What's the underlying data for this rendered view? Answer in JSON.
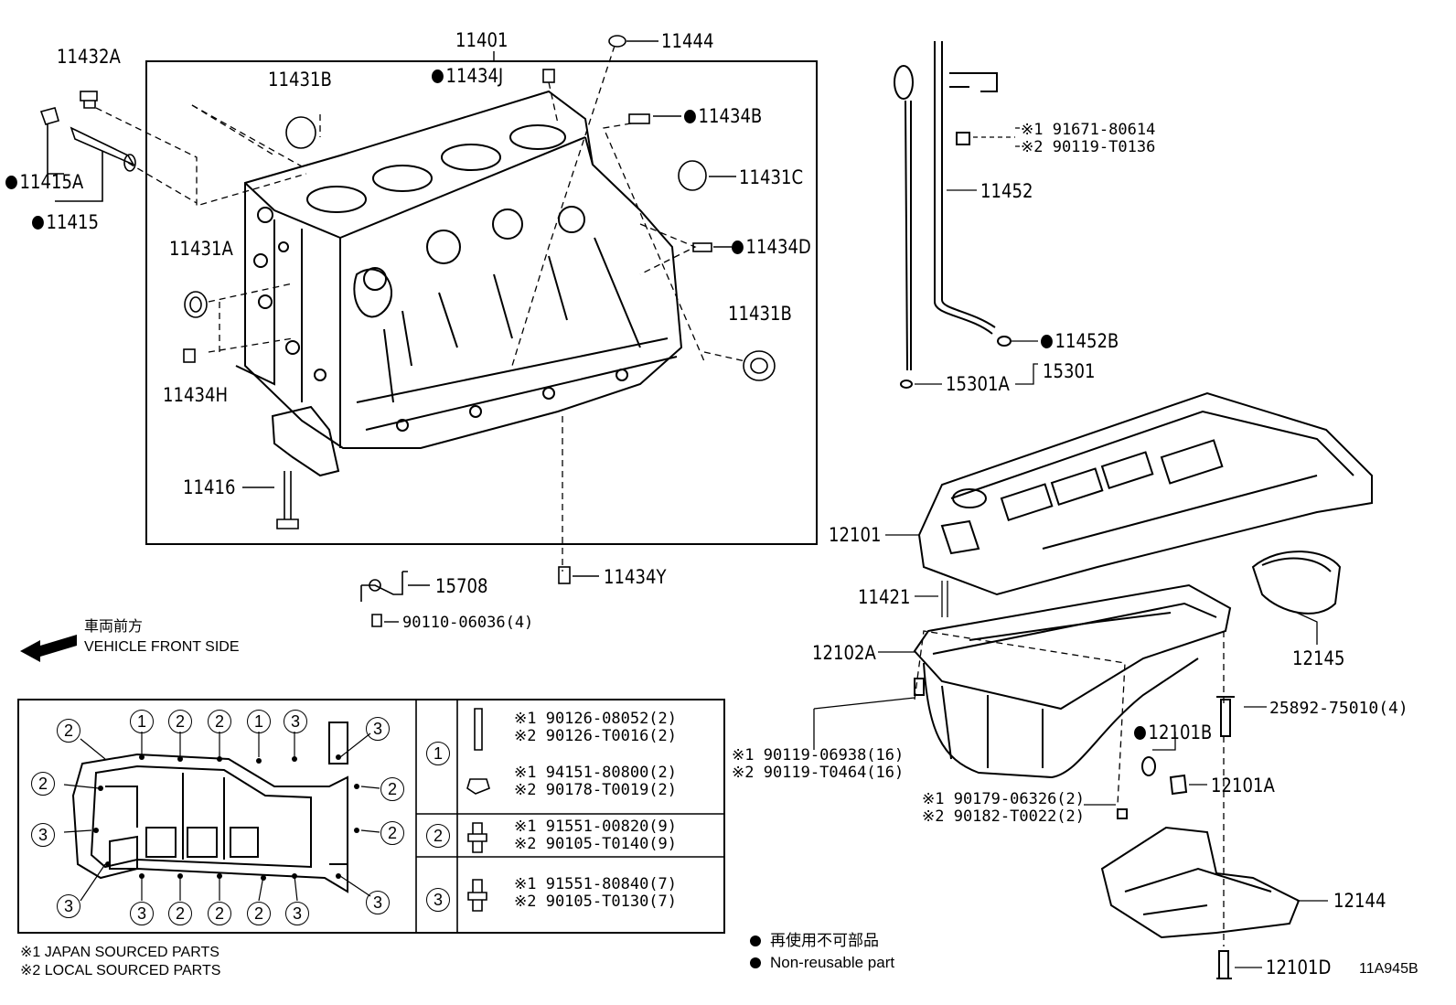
{
  "parts": {
    "p11432A": "11432A",
    "p11415A": "11415A",
    "p11415": "11415",
    "p11401": "11401",
    "p11444": "11444",
    "p11434J": "11434J",
    "p11431B_top": "11431B",
    "p11434B": "11434B",
    "p11431C": "11431C",
    "p11434D": "11434D",
    "p11431A": "11431A",
    "p11431B_right": "11431B",
    "p11434H": "11434H",
    "p11416": "11416",
    "p11434Y": "11434Y",
    "p15708": "15708",
    "p90110": "90110-06036(4)",
    "p11452": "11452",
    "p11452B": "11452B",
    "p15301": "15301",
    "p15301A": "15301A",
    "p12101": "12101",
    "p11421": "11421",
    "p12102A": "12102A",
    "p12145": "12145",
    "p25892": "25892-75010(4)",
    "p12101B": "12101B",
    "p12101A": "12101A",
    "p12144": "12144",
    "p12101D": "12101D"
  },
  "dipstick_bolt": {
    "line1": "※1  91671-80614",
    "line2": "※2  90119-T0136"
  },
  "pan_bolt": {
    "line1": "※1  90119-06938(16)",
    "line2": "※2  90119-T0464(16)"
  },
  "pan_nut": {
    "line1": "※1  90179-06326(2)",
    "line2": "※2  90182-T0022(2)"
  },
  "front": {
    "jp": "車両前方",
    "en": "VEHICLE FRONT SIDE"
  },
  "legend": {
    "jp": "再使用不可部品",
    "en": "Non-reusable part"
  },
  "footnotes": {
    "line1": "※1 JAPAN SOURCED PARTS",
    "line2": "※2 LOCAL SOURCED PARTS"
  },
  "ref_code": "11A945B",
  "callouts": {
    "one": "1",
    "two": "2",
    "three": "3",
    "top_row": [
      "2",
      "1",
      "2",
      "2",
      "1",
      "3",
      "3"
    ],
    "bottom_row": [
      "3",
      "2",
      "2",
      "2",
      "3",
      "3"
    ],
    "left_col": [
      "2",
      "2",
      "3",
      "3"
    ],
    "right_col": [
      "2",
      "2"
    ]
  },
  "bolt_table": [
    {
      "key": "1",
      "rows": [
        {
          "line1": "※1  90126-08052(2)",
          "line2": "※2  90126-T0016(2)"
        },
        {
          "line1": "※1  94151-80800(2)",
          "line2": "※2  90178-T0019(2)"
        }
      ]
    },
    {
      "key": "2",
      "rows": [
        {
          "line1": "※1  91551-00820(9)",
          "line2": "※2  90105-T0140(9)"
        }
      ]
    },
    {
      "key": "3",
      "rows": [
        {
          "line1": "※1  91551-80840(7)",
          "line2": "※2  90105-T0130(7)"
        }
      ]
    }
  ]
}
